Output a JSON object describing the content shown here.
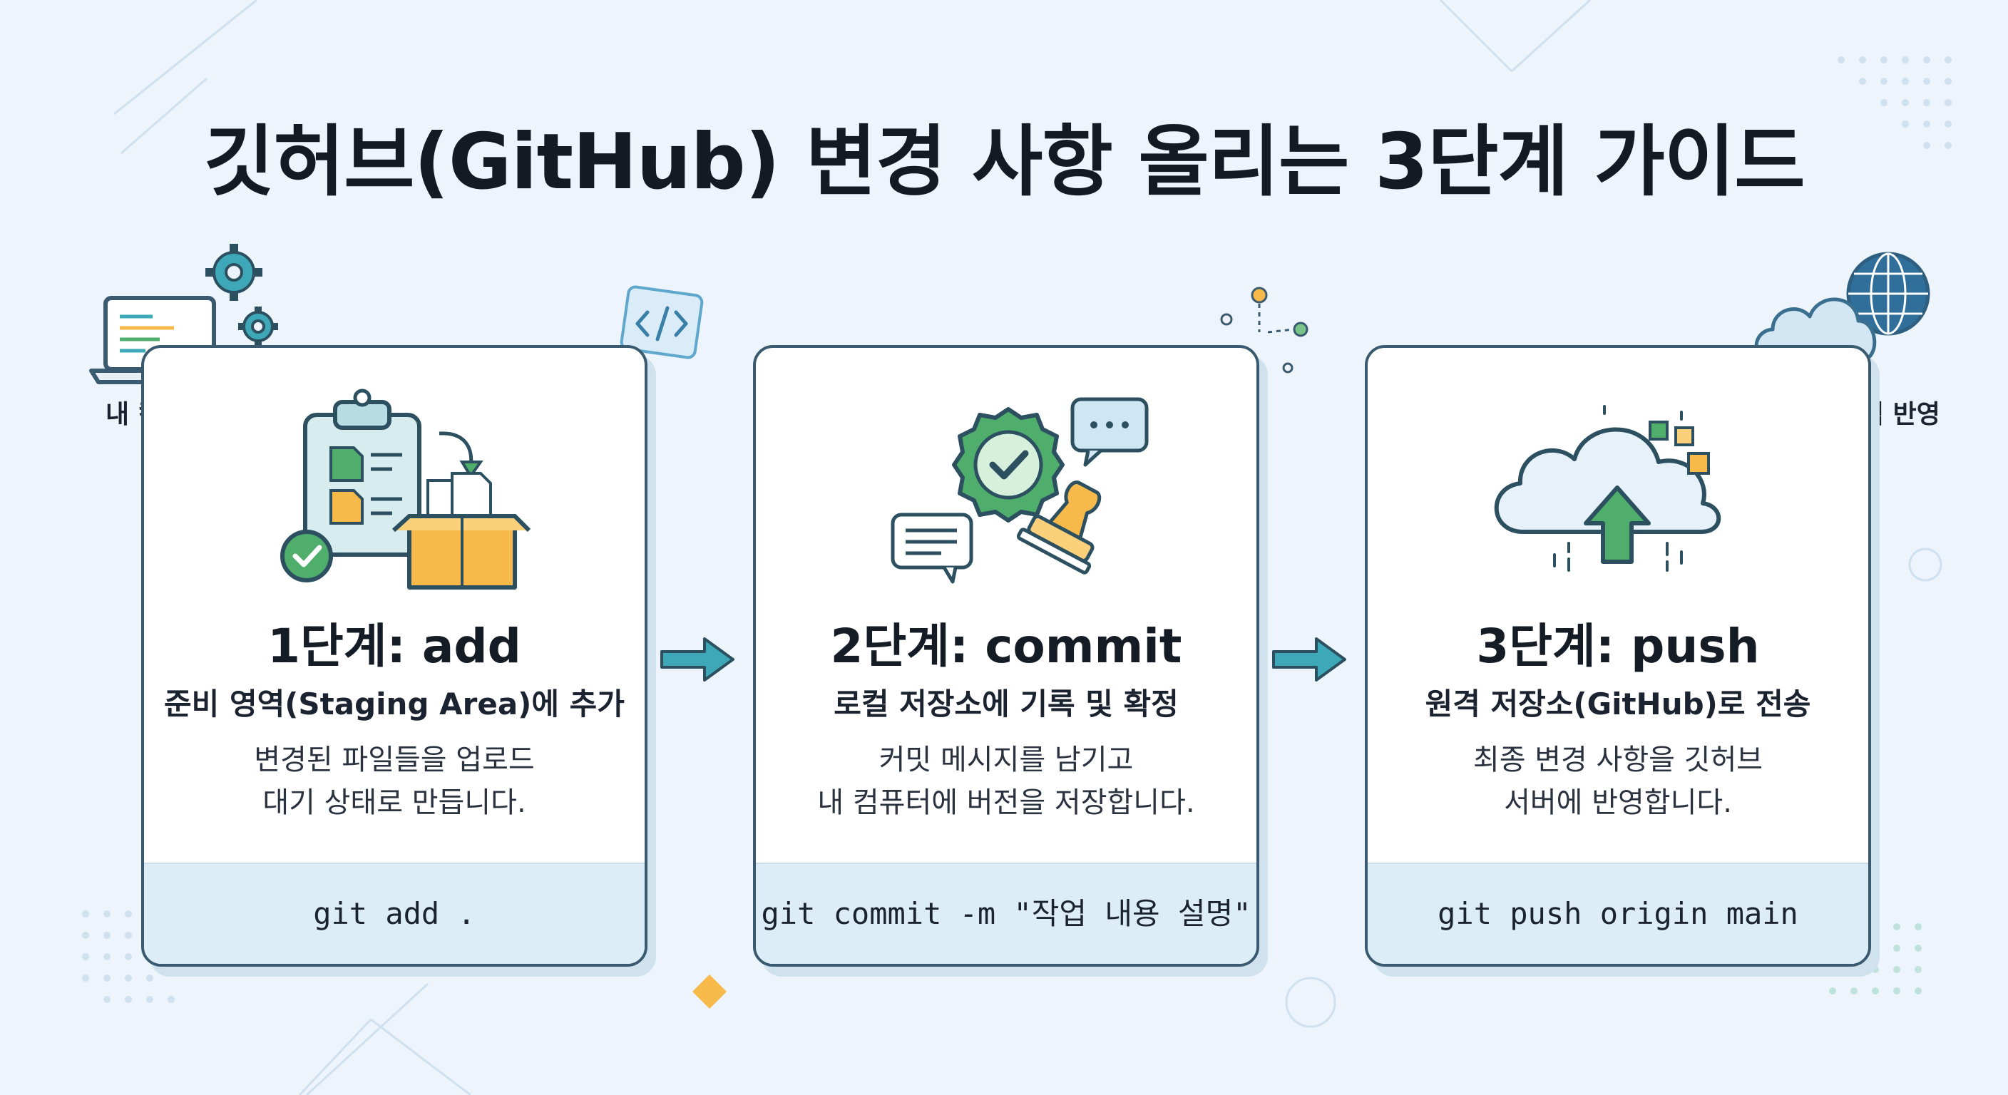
{
  "title": "깃허브(GitHub) 변경 사항 올리는 3단계 가이드",
  "side_labels": {
    "left": "내 컴퓨터",
    "right": "깃허브 원격 반영"
  },
  "steps": [
    {
      "title": "1단계: add",
      "subtitle": "준비 영역(Staging Area)에 추가",
      "desc_line1": "변경된 파일들을 업로드",
      "desc_line2": "대기 상태로 만듭니다.",
      "command": "git add ."
    },
    {
      "title": "2단계: commit",
      "subtitle": "로컬 저장소에 기록 및 확정",
      "desc_line1": "커밋 메시지를 남기고",
      "desc_line2": "내 컴퓨터에 버전을 저장합니다.",
      "command": "git commit -m \"작업 내용 설명\""
    },
    {
      "title": "3단계: push",
      "subtitle": "원격 저장소(GitHub)로 전송",
      "desc_line1": "최종 변경 사항을 깃허브",
      "desc_line2": "서버에 반영합니다.",
      "command": "git push origin main"
    }
  ],
  "icons": {
    "laptop": "laptop-icon",
    "gears": "gear-icon",
    "code_tag": "code-tag-icon",
    "cloud_globe": "cloud-globe-icon",
    "clipboard_box": "clipboard-box-icon",
    "badge_stamp": "badge-stamp-icon",
    "cloud_upload": "cloud-upload-icon",
    "arrow": "arrow-right-icon"
  },
  "colors": {
    "background": "#eef4fb",
    "card_border": "#3a5a70",
    "command_bg": "#dcedf7",
    "accent_teal": "#3ea8b8",
    "accent_green": "#4fae6b",
    "accent_orange": "#f6b94a",
    "accent_blue": "#2f6f9a"
  }
}
